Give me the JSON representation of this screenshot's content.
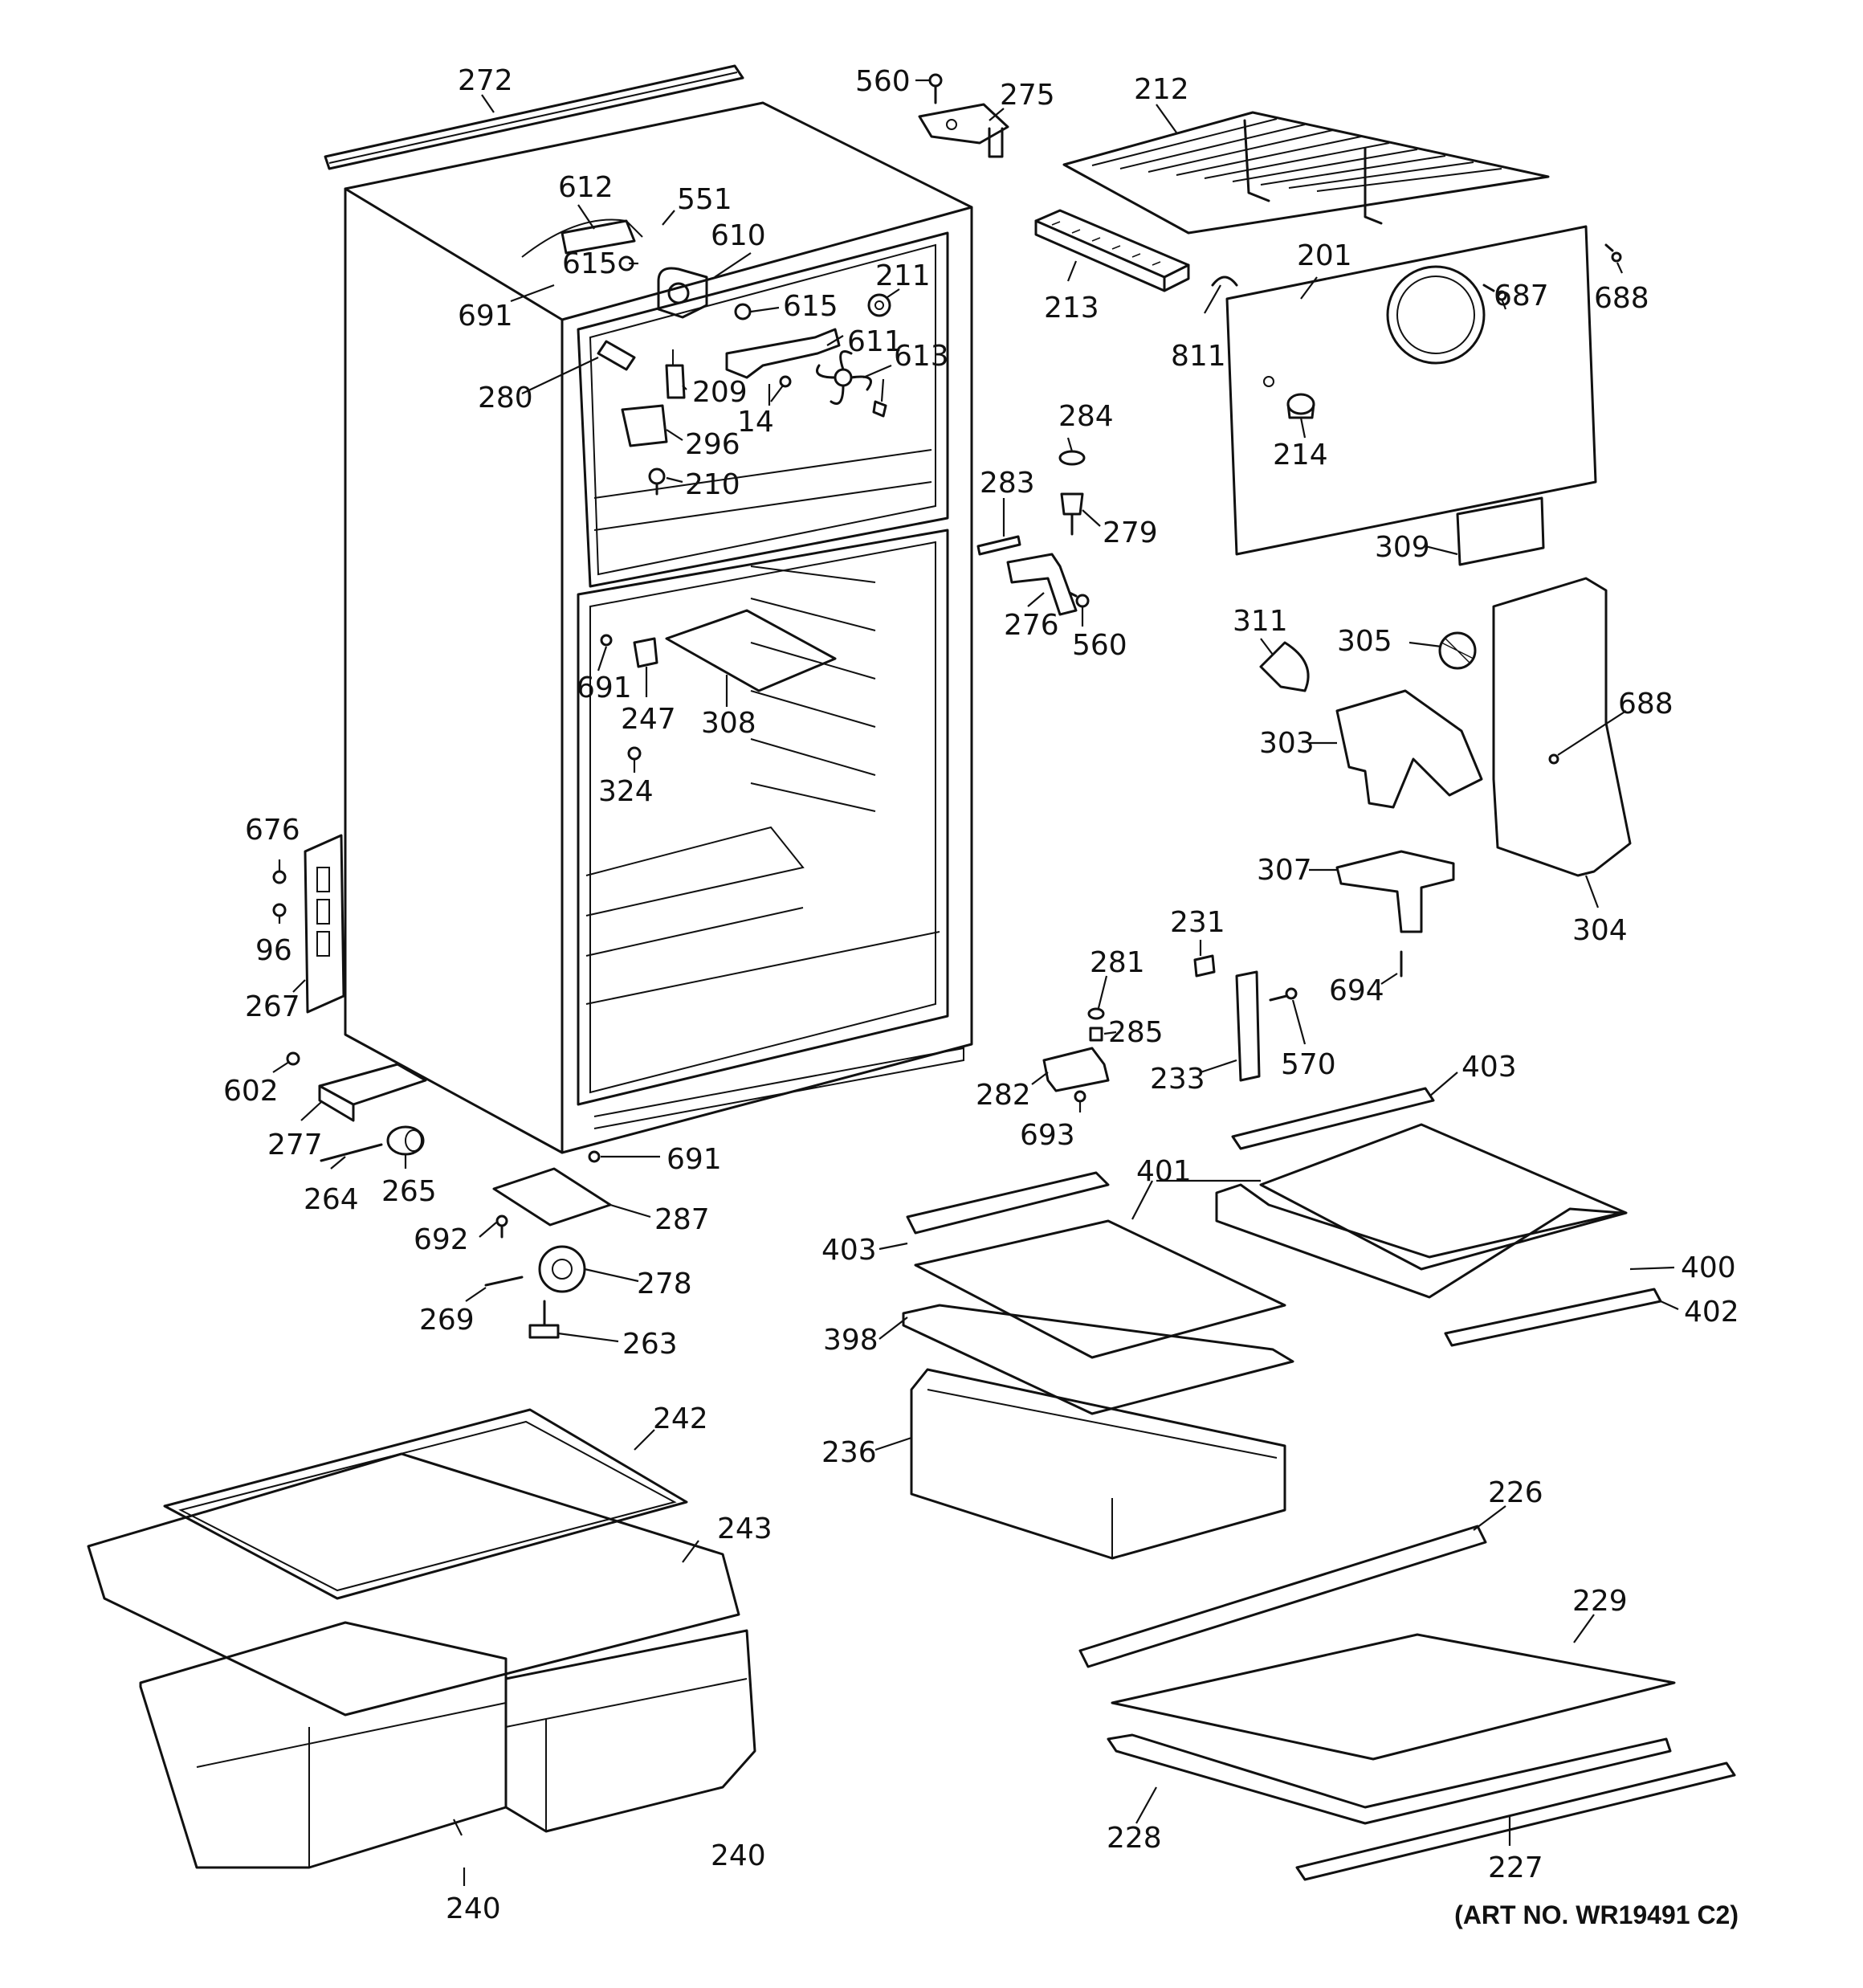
{
  "diagram": {
    "parts": [
      "272",
      "560",
      "275",
      "212",
      "612",
      "551",
      "610",
      "615",
      "211",
      "213",
      "811",
      "201",
      "687",
      "688",
      "691",
      "280",
      "615",
      "611",
      "613",
      "209",
      "14",
      "296",
      "210",
      "284",
      "283",
      "279",
      "214",
      "309",
      "276",
      "560",
      "311",
      "305",
      "688",
      "691",
      "247",
      "308",
      "324",
      "303",
      "676",
      "96",
      "267",
      "307",
      "304",
      "231",
      "281",
      "694",
      "285",
      "570",
      "602",
      "282",
      "233",
      "403",
      "277",
      "693",
      "691",
      "264",
      "265",
      "401",
      "287",
      "692",
      "403",
      "400",
      "402",
      "278",
      "269",
      "398",
      "263",
      "242",
      "236",
      "243",
      "226",
      "229",
      "240",
      "228",
      "227",
      "240"
    ],
    "art_number": "(ART NO. WR19491 C2)"
  }
}
